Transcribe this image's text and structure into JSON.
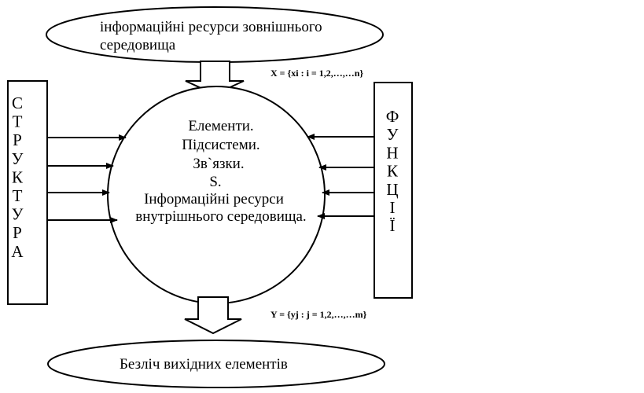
{
  "top_ellipse": {
    "line1": "інформаційні ресурси зовнішнього",
    "line2": "середовища"
  },
  "input_formula": "X = {xi : i = 1,2,…,…n}",
  "output_formula": "Y = {yj : j = 1,2,…,…m}",
  "center_circle": {
    "lines": [
      "Елементи.",
      "Підсистеми.",
      "Зв`язки.",
      "S.",
      "Інформаційні ресурси",
      "внутрішнього середовища."
    ]
  },
  "left_box": {
    "letters": [
      "С",
      "Т",
      "Р",
      "У",
      "К",
      "Т",
      "У",
      "Р",
      "А"
    ]
  },
  "right_box": {
    "letters": [
      "Ф",
      "У",
      "Н",
      "К",
      "Ц",
      "І",
      "Ї"
    ]
  },
  "bottom_ellipse": {
    "label": "Безліч вихідних елементів"
  }
}
